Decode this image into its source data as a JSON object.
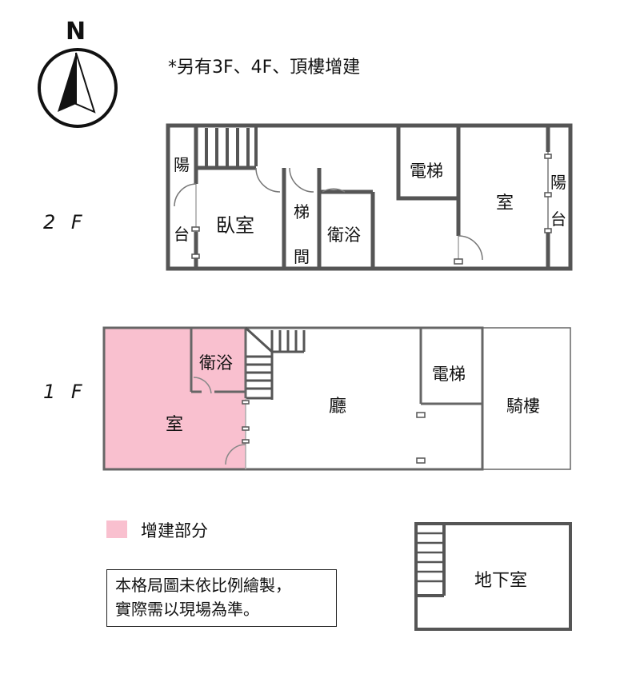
{
  "colors": {
    "wall": "#555555",
    "addition": "#f9c0cf",
    "outline": "#666666"
  },
  "compass": {
    "letter": "N",
    "icon": "north-arrow-icon"
  },
  "note": "*另有3F、4F、頂樓增建",
  "floors": {
    "second": {
      "label": "2 F",
      "rooms": {
        "balcony_left_top": "陽",
        "balcony_left_bottom": "台",
        "bedroom": "臥室",
        "stair_hall": "梯間",
        "bathroom": "衛浴",
        "elevator": "電梯",
        "room": "室",
        "balcony_right": "陽台"
      }
    },
    "first": {
      "label": "1 F",
      "rooms": {
        "bathroom": "衛浴",
        "room": "室",
        "hall": "廳",
        "elevator": "電梯",
        "arcade": "騎樓"
      }
    },
    "basement": {
      "room": "地下室"
    }
  },
  "legend": {
    "label": "增建部分"
  },
  "disclaimer": {
    "line1": "本格局圖未依比例繪製，",
    "line2": "實際需以現場為準。"
  }
}
